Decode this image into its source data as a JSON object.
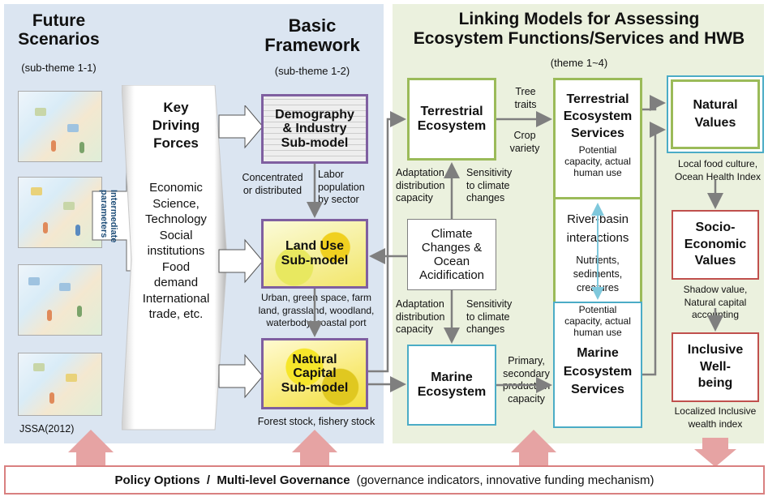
{
  "left": {
    "future_title": "Future\nScenarios",
    "future_sub": "(sub-theme 1-1)",
    "jssa": "JSSA(2012)",
    "intermediate": "Intermediate parameters",
    "key_title": "Key\nDriving\nForces",
    "key_body": "Economic\nScience,\nTechnology\nSocial\ninstitutions\nFood\ndemand\nInternational\ntrade, etc.",
    "basic_title": "Basic\nFramework",
    "basic_sub": "(sub-theme 1-2)",
    "demography": "Demography\n& Industry\nSub-model",
    "concentrated": "Concentrated\nor distributed",
    "labor": "Labor\npopulation\nby sector",
    "landuse": "Land Use\nSub-model",
    "landuse_caption": "Urban, green space, farm\nland, grassland, woodland,\nwaterbody, coastal port",
    "natural_capital": "Natural\nCapital\nSub-model",
    "forest": "Forest stock, fishery stock"
  },
  "right": {
    "title": "Linking Models for Assessing\nEcosystem Functions/Services and HWB",
    "sub": "(theme 1~4)",
    "terrestrial_eco": "Terrestrial\nEcosystem",
    "tree_traits": "Tree\ntraits",
    "crop_variety": "Crop\nvariety",
    "terrestrial_services": "Terrestrial\nEcosystem\nServices",
    "potential_top": "Potential\ncapacity, actual\nhuman use",
    "adaptation_top": "Adaptation\ndistribution\ncapacity",
    "sensitivity_top": "Sensitivity\nto climate\nchanges",
    "climate": "Climate\nChanges &\nOcean\nAcidification",
    "river_basin": "River-basin\ninteractions",
    "nutrients": "Nutrients,\nsediments,\ncreatures",
    "adaptation_bot": "Adaptation\ndistribution\ncapacity",
    "sensitivity_bot": "Sensitivity\nto climate\nchanges",
    "potential_bot": "Potential\ncapacity, actual\nhuman use",
    "marine_eco": "Marine\nEcosystem",
    "primary": "Primary,\nsecondary\nproduction\ncapacity",
    "marine_services": "Marine\nEcosystem\nServices",
    "natural_values": "Natural\nValues",
    "local_food": "Local food culture,\nOcean Health Index",
    "socio": "Socio-\nEconomic\nValues",
    "shadow": "Shadow value,\nNatural capital\naccounting",
    "inclusive": "Inclusive\nWell-\nbeing",
    "localized": "Localized Inclusive\nwealth index"
  },
  "bottom": {
    "policy": "Policy Options  /  Multi-level Governance",
    "policy_detail": "(governance indicators, innovative funding mechanism)"
  },
  "colors": {
    "left_bg": "#dbe5f1",
    "right_bg": "#ebf1de",
    "green": "#9bbb59",
    "blue": "#4bacc6",
    "red": "#c0504d",
    "purple": "#7f5fa0",
    "up_arrow": "#e6a3a3"
  }
}
